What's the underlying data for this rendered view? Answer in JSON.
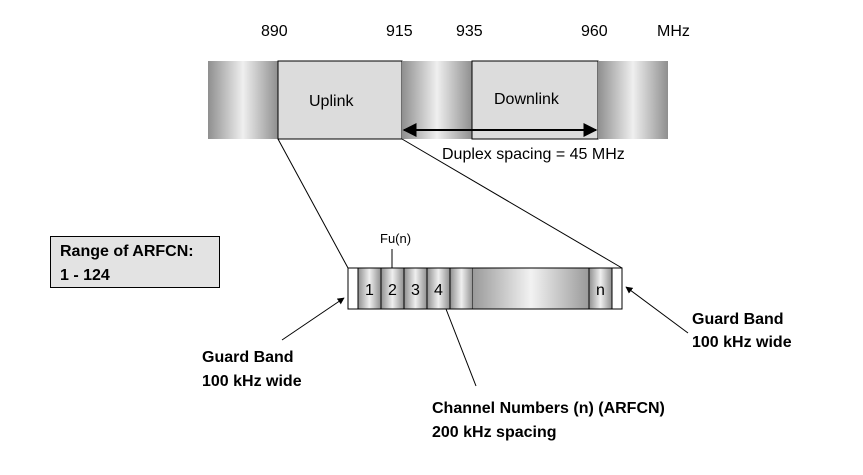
{
  "frequency_axis": {
    "ticks": [
      "890",
      "915",
      "935",
      "960"
    ],
    "unit": "MHz"
  },
  "bands": {
    "uplink_label": "Uplink",
    "downlink_label": "Downlink"
  },
  "duplex": {
    "label": "Duplex spacing = 45 MHz"
  },
  "range_box": {
    "title": "Range of ARFCN:",
    "value": "1 - 124"
  },
  "channel_strip": {
    "carrier_label": "Fu(n)",
    "channels": [
      "1",
      "2",
      "3",
      "4"
    ],
    "last_channel": "n"
  },
  "annotations": {
    "left_guard": {
      "line1": "Guard Band",
      "line2": "100 kHz wide"
    },
    "right_guard": {
      "line1": "Guard Band",
      "line2": "100 kHz wide"
    },
    "channel_numbers": {
      "line1": "Channel Numbers (n) (ARFCN)",
      "line2": "200 kHz spacing"
    }
  },
  "colors": {
    "band_light": "#dcdcdc",
    "metal_dark": "#8f8f8f",
    "metal_light": "#f0f0f0",
    "box_fill": "#e3e3e3"
  }
}
